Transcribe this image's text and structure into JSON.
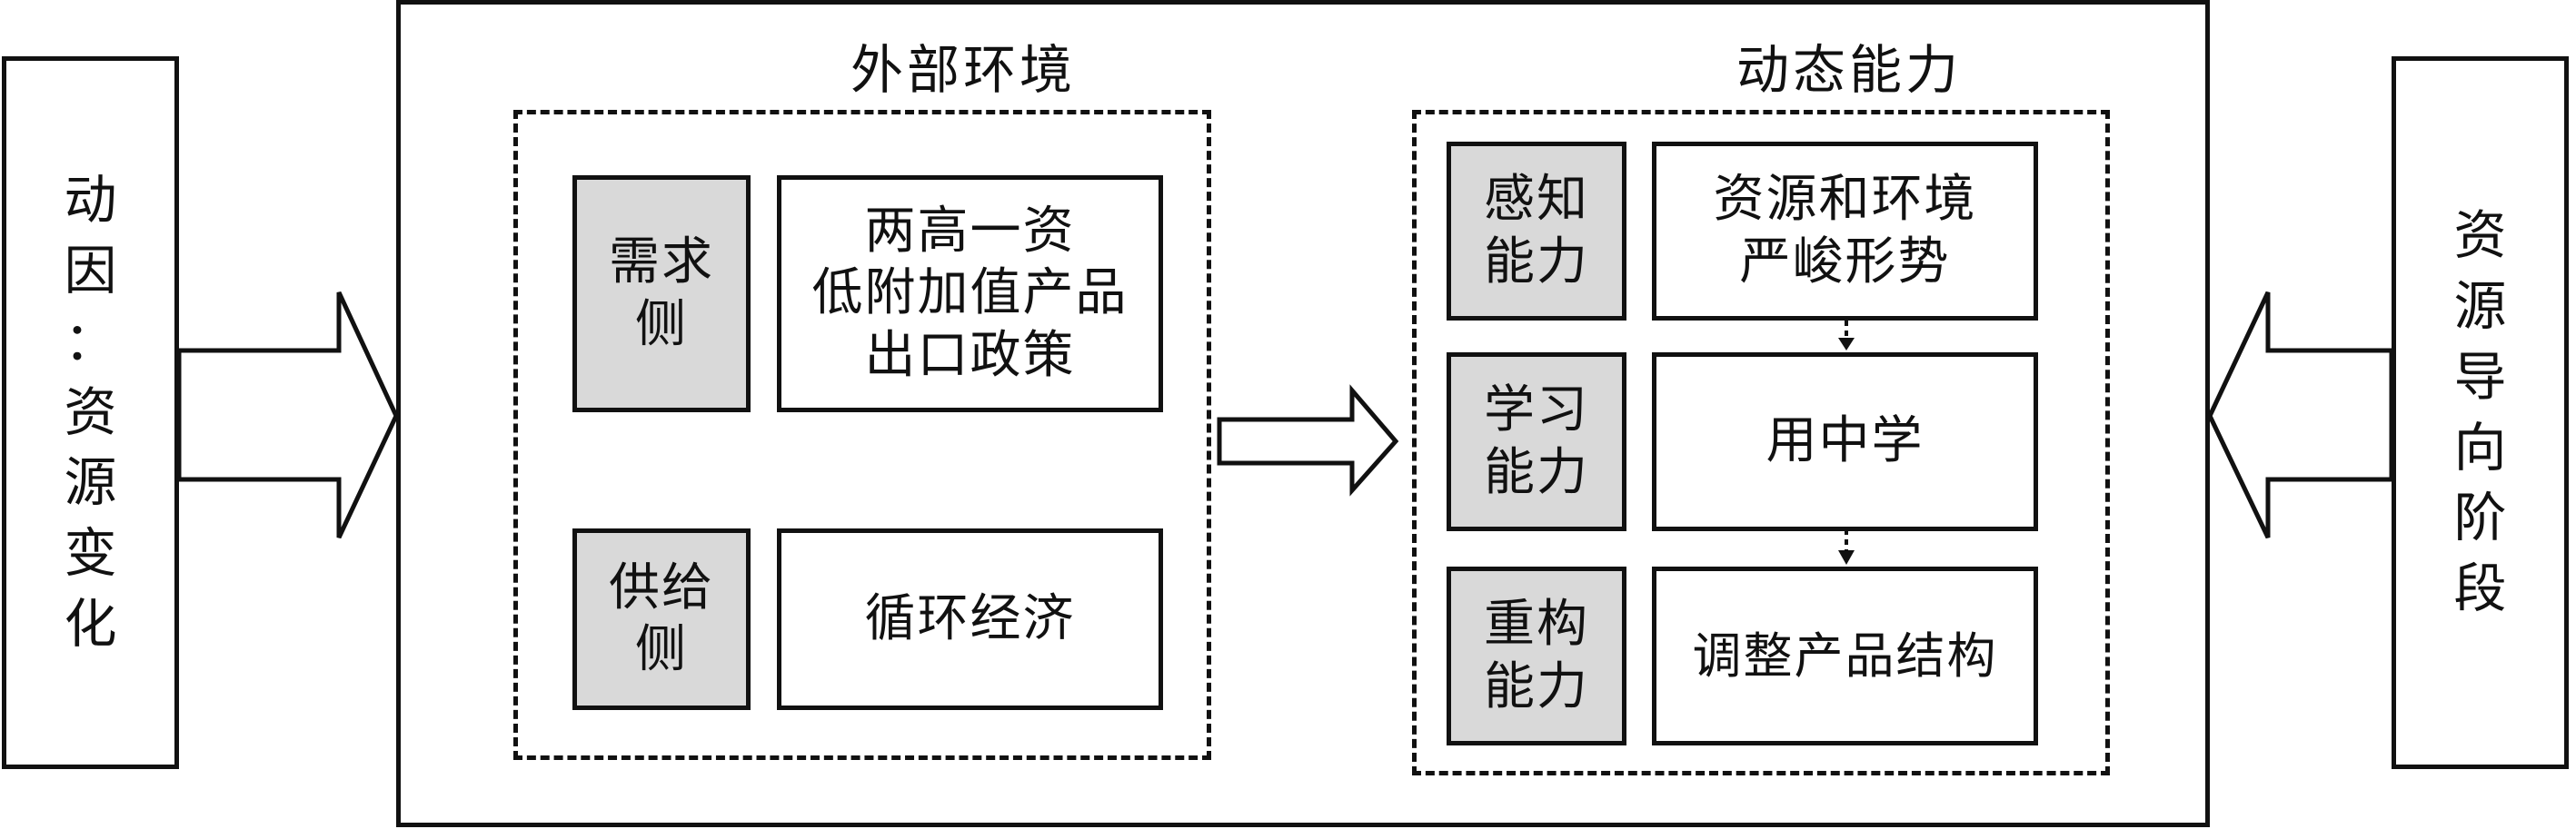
{
  "left_box": {
    "label": "动\n因\n：\n资\n源\n变\n化"
  },
  "right_box": {
    "label": "资\n源\n导\n向\n阶\n段"
  },
  "external": {
    "title": "外部环境",
    "demand": {
      "label": "需求\n侧",
      "content": "两高一资\n低附加值产品\n出口政策"
    },
    "supply": {
      "label": "供给\n侧",
      "content": "循环经济"
    }
  },
  "dynamic": {
    "title": "动态能力",
    "sensing": {
      "label": "感知\n能力",
      "content": "资源和环境\n严峻形势"
    },
    "learning": {
      "label": "学习\n能力",
      "content": "用中学"
    },
    "reconfig": {
      "label": "重构\n能力",
      "content": "调整产品结构"
    }
  }
}
